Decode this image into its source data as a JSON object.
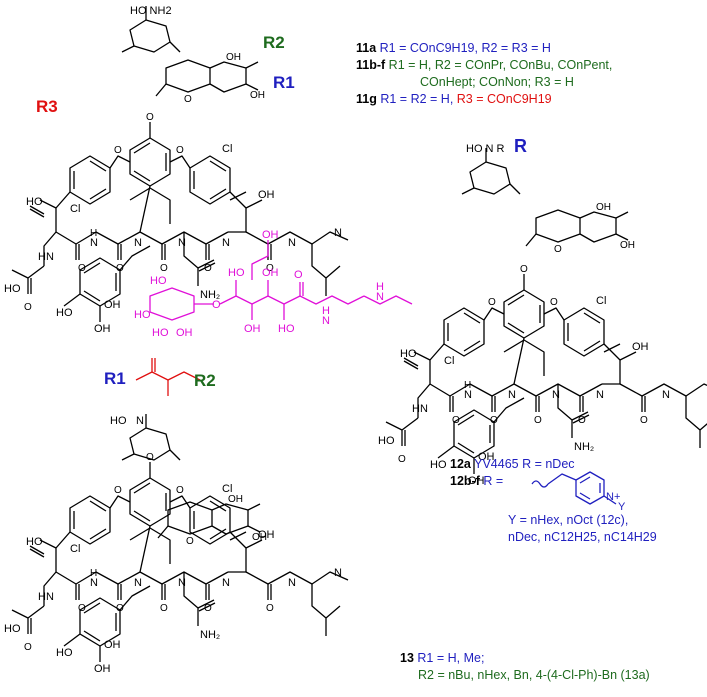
{
  "colors": {
    "ink": "#000000",
    "r1_blue": "#1f1fbf",
    "r2_green": "#1e6b1e",
    "r3_red": "#e01010",
    "linker_magenta": "#e010d8"
  },
  "structure_top": {
    "sugar_label": "HO NH2",
    "r1": "R1",
    "r2": "R2",
    "r3": "R3",
    "cl_left": "Cl",
    "cl_right": "Cl",
    "amide": "NH2",
    "oh_labels": [
      "OH",
      "HO",
      "OH",
      "HO",
      "OH"
    ],
    "nh_labels": [
      "HN",
      "N",
      "N",
      "N",
      "N",
      "N"
    ]
  },
  "legend_11": {
    "line1_bold": "11a",
    "line1_text": "R1 = COnC9H19, R2 = R3 = H",
    "line2_bold": "11b-f",
    "line2_text": "R1 = H, R2 = COnPr, COnBu, COnPent,",
    "line3_text": "COnHept; COnNon; R3 = H",
    "line4_bold": "11g",
    "line4_text_a": "R1 = R2 = H, ",
    "line4_text_b": "R3 = COnC9H19"
  },
  "structure_middle": {
    "sugar_label": "HO N R",
    "r_label": "R",
    "cl_left": "Cl",
    "cl_right": "Cl",
    "amide": "NH2"
  },
  "legend_12": {
    "line1_bold": "12a",
    "line1_text": "YV4465 R = nDec",
    "line2_bold": "12b-f",
    "line2_text": "R =",
    "pyridinium": "N+",
    "pyridinium_y": "Y",
    "line3_text": "Y = nHex, nOct (12c),",
    "line4_text": "nDec, nC12H25, nC14H29"
  },
  "structure_bottom": {
    "r1": "R1",
    "r2": "R2",
    "cl_left": "Cl",
    "cl_right": "Cl",
    "amide": "NH2"
  },
  "legend_13": {
    "line1_bold": "13",
    "line1_text": "R1 = H, Me;",
    "line2_text": "R2 = nBu, nHex, Bn, 4-(4-Cl-Ph)-Bn (13a)"
  }
}
